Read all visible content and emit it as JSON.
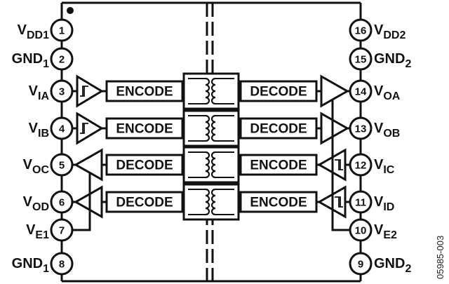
{
  "diagram": {
    "left_pins": [
      {
        "num": "1",
        "name": "V",
        "sub": "DD1"
      },
      {
        "num": "2",
        "name": "GND",
        "sub": "1"
      },
      {
        "num": "3",
        "name": "V",
        "sub": "IA"
      },
      {
        "num": "4",
        "name": "V",
        "sub": "IB"
      },
      {
        "num": "5",
        "name": "V",
        "sub": "OC"
      },
      {
        "num": "6",
        "name": "V",
        "sub": "OD"
      },
      {
        "num": "7",
        "name": "V",
        "sub": "E1"
      },
      {
        "num": "8",
        "name": "GND",
        "sub": "1"
      }
    ],
    "right_pins": [
      {
        "num": "16",
        "name": "V",
        "sub": "DD2"
      },
      {
        "num": "15",
        "name": "GND",
        "sub": "2"
      },
      {
        "num": "14",
        "name": "V",
        "sub": "OA"
      },
      {
        "num": "13",
        "name": "V",
        "sub": "OB"
      },
      {
        "num": "12",
        "name": "V",
        "sub": "IC"
      },
      {
        "num": "11",
        "name": "V",
        "sub": "ID"
      },
      {
        "num": "10",
        "name": "V",
        "sub": "E2"
      },
      {
        "num": "9",
        "name": "GND",
        "sub": "2"
      }
    ],
    "channels": [
      {
        "left_block": "ENCODE",
        "right_block": "DECODE",
        "direction": "left-to-right"
      },
      {
        "left_block": "ENCODE",
        "right_block": "DECODE",
        "direction": "left-to-right"
      },
      {
        "left_block": "DECODE",
        "right_block": "ENCODE",
        "direction": "right-to-left"
      },
      {
        "left_block": "DECODE",
        "right_block": "ENCODE",
        "direction": "right-to-left"
      }
    ],
    "figure_id": "05985-003",
    "line_color": "#111111"
  }
}
